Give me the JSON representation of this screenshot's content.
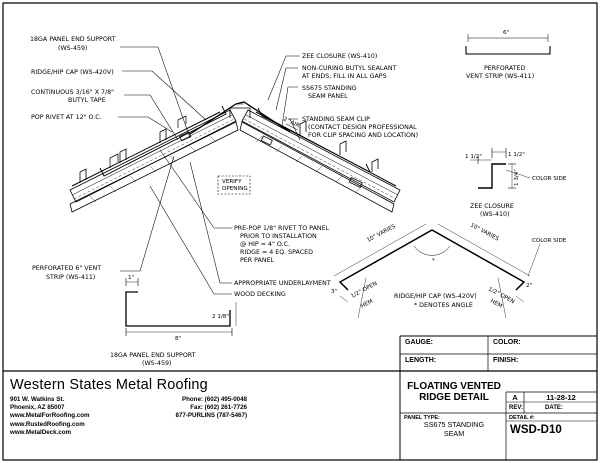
{
  "labels": {
    "panel_end_support_top": [
      "18GA PANEL END SUPPORT",
      "(WS-459)"
    ],
    "ridge_cap": "RIDGE/HIP CAP (WS-420V)",
    "butyl_tape": [
      "CONTINUOUS 3/16\" X 7/8\"",
      "BUTYL TAPE"
    ],
    "pop_rivet": "POP RIVET AT 12\" O.C.",
    "perforated_vent_left": [
      "PERFORATED 6\" VENT",
      "STRIP (WS-411)"
    ],
    "zee_closure": "ZEE CLOSURE (WS-410)",
    "sealant": [
      "NON-CURING BUTYL SEALANT",
      "AT ENDS, FILL IN ALL GAPS"
    ],
    "ss675": [
      "SS675 STANDING",
      "SEAM PANEL"
    ],
    "clip": [
      "STANDING SEAM CLIP",
      "(CONTACT DESIGN PROFESSIONAL",
      "FOR CLIP SPACING AND LOCATION)"
    ],
    "air": "2\" AIR",
    "verify": [
      "VERIFY",
      "OPENING"
    ],
    "pre_pop": [
      "PRE-POP 1/8\" RIVET TO PANEL",
      "PRIOR TO INSTALLATION",
      "@ HIP = 4\" O.C.",
      "RIDGE = 4 EQ. SPACED",
      "PER PANEL"
    ],
    "underlayment": "APPROPRIATE UNDERLAYMENT",
    "wood_decking": "WOOD DECKING",
    "vent_strip_right": [
      "PERFORATED",
      "VENT STRIP (WS-411)"
    ],
    "vent_width": "6\"",
    "zee_detail_label": [
      "ZEE CLOSURE",
      "(WS-410)"
    ],
    "zee_dim_a": "1 1/2\"",
    "zee_dim_b": "1 1/2\"",
    "zee_dim_c": "1 3/4\"",
    "color_side_1": "COLOR SIDE",
    "color_side_2": "COLOR SIDE",
    "cap_varies_left": "10\" VARIES",
    "cap_varies_right": "10\" VARIES",
    "cap_dim_left": "3\"",
    "cap_dim_right": "2\"",
    "hem_left": [
      "1/2\" OPEN",
      "HEM"
    ],
    "hem_right": [
      "1/2\" OPEN",
      "HEM"
    ],
    "cap_detail_label": [
      "RIDGE/HIP CAP (WS-420V)",
      "* DENOTES ANGLE"
    ],
    "end_support_dim_1": "1\"",
    "end_support_dim_8": "8\"",
    "end_support_dim_small": "2 1/8\"",
    "end_support_detail_label": [
      "18GA PANEL END SUPPORT",
      "(WS-459)"
    ],
    "angle_mark": "*"
  },
  "company": {
    "name": "Western States Metal Roofing",
    "address_lines": [
      "901 W. Watkins St.",
      "Phoenix, AZ 85007",
      "www.MetalForRoofing.com",
      "www.RustedRoofing.com",
      "www.MetalDeck.com"
    ],
    "phone_lines": [
      "Phone: (602) 495-0048",
      "Fax: (602) 261-7726",
      "877-PURLINS (787-5467)"
    ]
  },
  "title_block": {
    "gauge_label": "GAUGE:",
    "color_label": "COLOR:",
    "length_label": "LENGTH:",
    "finish_label": "FINISH:",
    "title": [
      "FLOATING VENTED",
      "RIDGE  DETAIL"
    ],
    "rev_letter": "A",
    "date_value": "11-28-12",
    "panel_type_label": "PANEL TYPE:",
    "panel_type_value": [
      "SS675 STANDING",
      "SEAM"
    ],
    "rev_label": "REV:",
    "date_label": "DATE:",
    "detail_label": "DETAIL #:",
    "detail_value": "WSD-D10"
  }
}
